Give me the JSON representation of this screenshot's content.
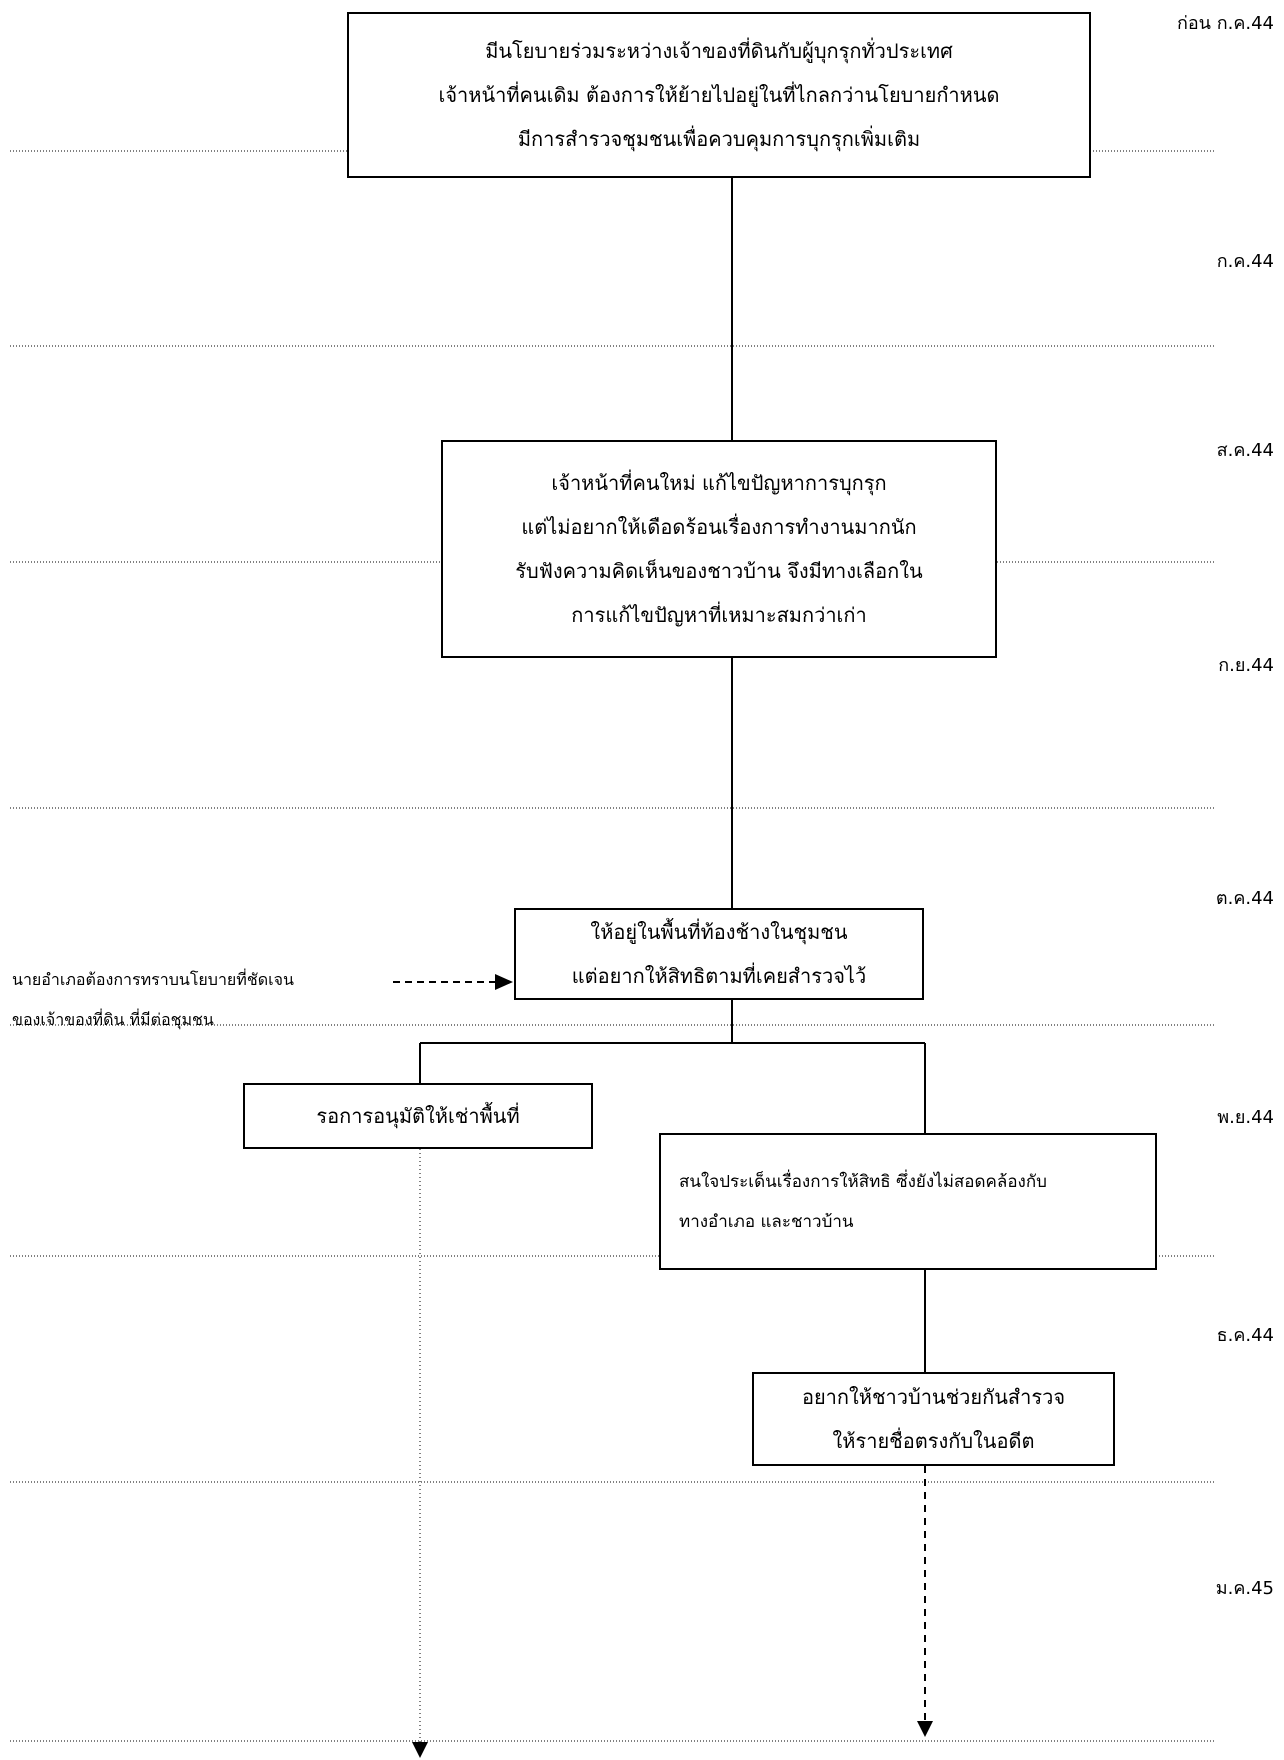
{
  "periods": [
    "ก่อน ก.ค.44",
    "ก.ค.44",
    "ส.ค.44",
    "ก.ย.44",
    "ต.ค.44",
    "พ.ย.44",
    "ธ.ค.44",
    "ม.ค.45"
  ],
  "boxes": {
    "box1": [
      "มีนโยบายร่วมระหว่างเจ้าของที่ดินกับผู้บุกรุกทั่วประเทศ",
      "เจ้าหน้าที่คนเดิม ต้องการให้ย้ายไปอยู่ในที่ไกลกว่านโยบายกำหนด",
      "มีการสำรวจชุมชนเพื่อควบคุมการบุกรุกเพิ่มเติม"
    ],
    "box2": [
      "เจ้าหน้าที่คนใหม่  แก้ไขปัญหาการบุกรุก",
      "แต่ไม่อยากให้เดือดร้อนเรื่องการทำงานมากนัก",
      "รับฟังความคิดเห็นของชาวบ้าน จึงมีทางเลือกใน",
      "การแก้ไขปัญหาที่เหมาะสมกว่าเก่า"
    ],
    "box3": [
      "ให้อยู่ในพื้นที่ท้องช้างในชุมชน",
      "แต่อยากให้สิทธิตามที่เคยสำรวจไว้"
    ],
    "box4": [
      "รอการอนุมัติให้เช่าพื้นที่"
    ],
    "box5": [
      "สนใจประเด็นเรื่องการให้สิทธิ ซึ่งยังไม่สอดคล้องกับ",
      "ทางอำเภอ และชาวบ้าน"
    ],
    "box6": [
      "อยากให้ชาวบ้านช่วยกันสำรวจ",
      "ให้รายชื่อตรงกับในอดีต"
    ]
  },
  "side_note": [
    "นายอำเภอต้องการทราบนโยบายที่ชัดเจน",
    "ของเจ้าของที่ดิน ที่มีต่อชุมชน"
  ]
}
